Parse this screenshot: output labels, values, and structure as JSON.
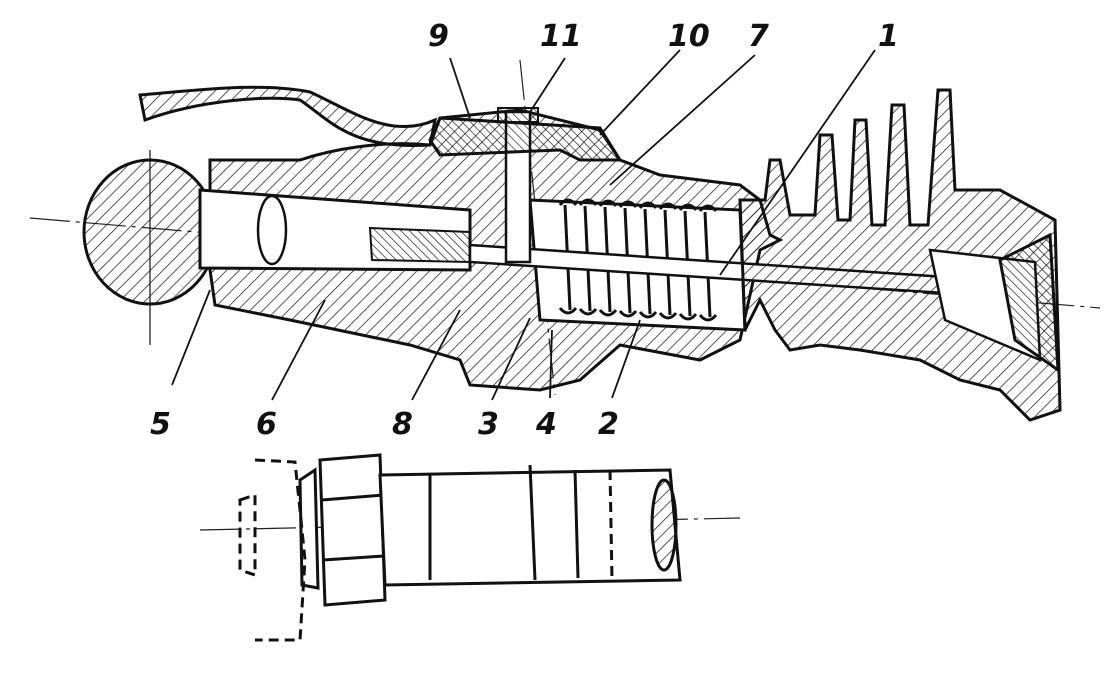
{
  "figure": {
    "labels": {
      "part_1": "1",
      "part_2": "2",
      "part_3": "3",
      "part_4": "4",
      "part_5": "5",
      "part_6": "6",
      "part_7": "7",
      "part_8": "8",
      "part_9": "9",
      "part_10": "10",
      "part_11": "11"
    },
    "colors": {
      "ink": "#111111",
      "paper": "#ffffff"
    }
  }
}
